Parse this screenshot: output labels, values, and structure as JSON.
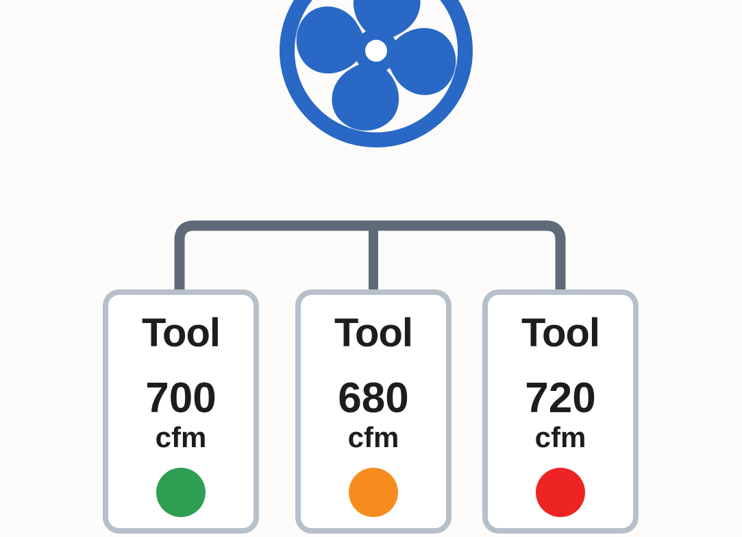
{
  "page": {
    "background": "#fdfcfa"
  },
  "fan": {
    "icon": "fan-icon",
    "color": "#2a68c5"
  },
  "connectors": {
    "color": "#5e6a77",
    "stem_color": "#8d959e"
  },
  "cards": {
    "border_color": "#b7c0ca",
    "items": [
      {
        "label": "Tool",
        "value": "700",
        "unit": "cfm",
        "status": "green",
        "status_color": "#2f9e52"
      },
      {
        "label": "Tool",
        "value": "680",
        "unit": "cfm",
        "status": "orange",
        "status_color": "#f78c1e"
      },
      {
        "label": "Tool",
        "value": "720",
        "unit": "cfm",
        "status": "red",
        "status_color": "#ee2424"
      }
    ]
  }
}
